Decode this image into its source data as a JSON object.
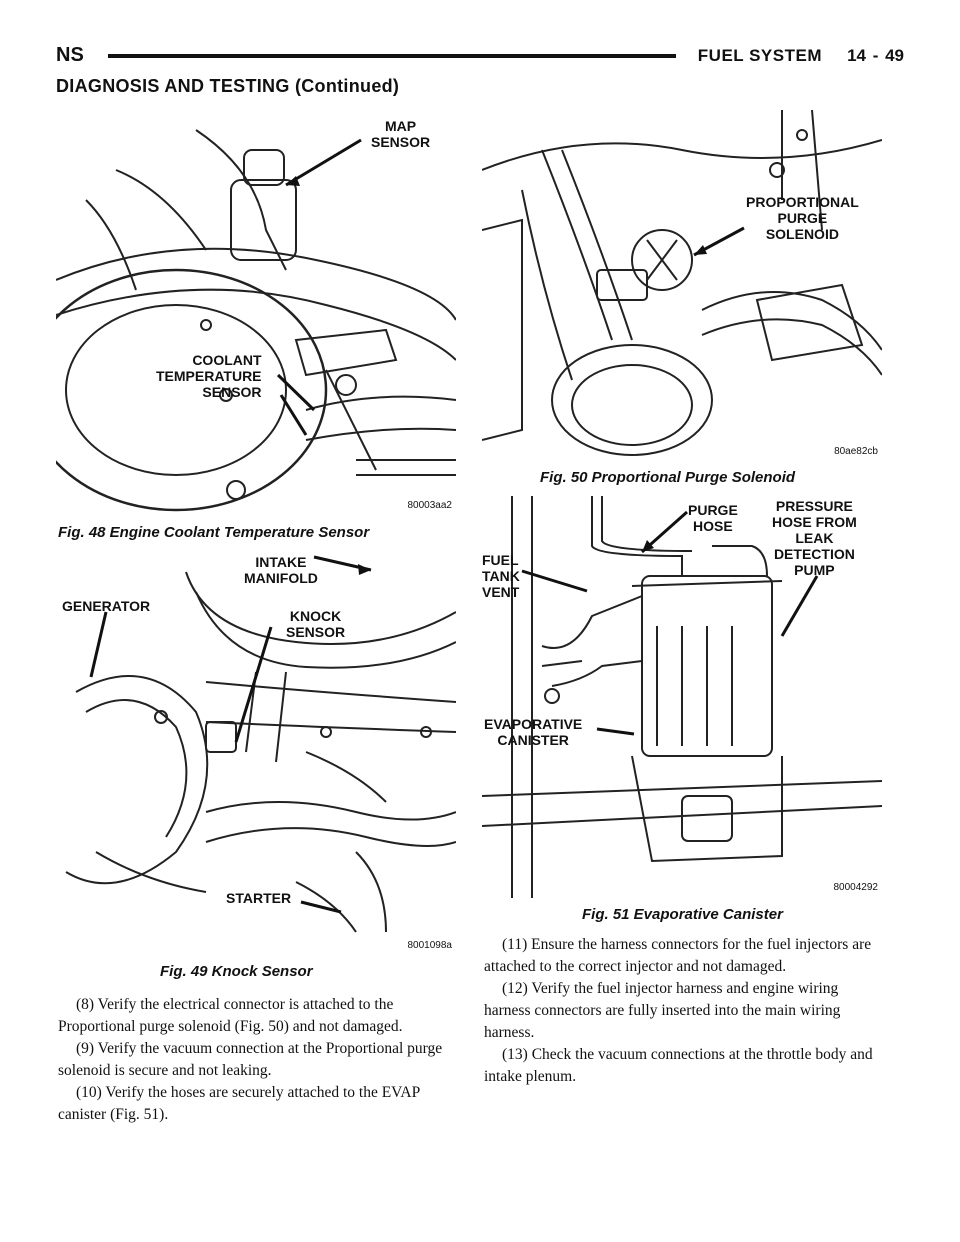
{
  "header": {
    "left_code": "NS",
    "section_title": "FUEL SYSTEM",
    "page_number": "14 - 49",
    "continued_heading": "DIAGNOSIS AND TESTING (Continued)"
  },
  "figures": {
    "fig48": {
      "caption": "Fig. 48 Engine Coolant Temperature Sensor",
      "image_code": "80003aa2",
      "labels": {
        "map_sensor": "MAP\nSENSOR",
        "coolant_sensor": "COOLANT\nTEMPERATURE\nSENSOR"
      }
    },
    "fig49": {
      "caption": "Fig. 49 Knock Sensor",
      "image_code": "8001098a",
      "labels": {
        "intake_manifold": "INTAKE\nMANIFOLD",
        "generator": "GENERATOR",
        "knock_sensor": "KNOCK\nSENSOR",
        "starter": "STARTER"
      }
    },
    "fig50": {
      "caption": "Fig. 50 Proportional Purge Solenoid",
      "image_code": "80ae82cb",
      "labels": {
        "purge_solenoid": "PROPORTIONAL\nPURGE\nSOLENOID"
      }
    },
    "fig51": {
      "caption": "Fig. 51 Evaporative Canister",
      "image_code": "80004292",
      "labels": {
        "purge_hose": "PURGE\nHOSE",
        "pressure_hose": "PRESSURE\nHOSE FROM\nLEAK\nDETECTION\nPUMP",
        "fuel_tank_vent": "FUEL\nTANK\nVENT",
        "evap_canister": "EVAPORATIVE\nCANISTER"
      }
    }
  },
  "body": {
    "left_column": [
      "(8) Verify the electrical connector is attached to the Proportional purge solenoid (Fig. 50) and not damaged.",
      "(9) Verify the vacuum connection at the Proportional purge solenoid is secure and not leaking.",
      "(10) Verify the hoses are securely attached to the EVAP canister (Fig. 51)."
    ],
    "right_column": [
      "(11) Ensure the harness connectors for the fuel injectors are attached to the correct injector and not damaged.",
      "(12) Verify the fuel injector harness and engine wiring harness connectors are fully inserted into the main wiring harness.",
      "(13) Check the vacuum connections at the throttle body and intake plenum."
    ]
  }
}
